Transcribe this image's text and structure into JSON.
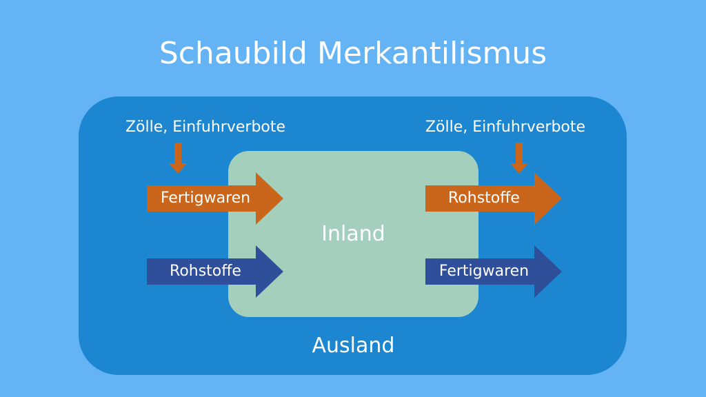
{
  "title": "Schaubild Merkantilismus",
  "colors": {
    "background": "#63b3f5",
    "ausland_box": "#1d86d0",
    "inland_box": "#a5cfbd",
    "orange_arrow": "#c9661c",
    "blue_arrow": "#2f4f9a",
    "text": "#ffffff"
  },
  "diagram": {
    "ausland_label": "Ausland",
    "inland_label": "Inland",
    "left": {
      "tariff_label": "Zölle, Einfuhrverbote",
      "orange_arrow_label": "Fertigwaren",
      "blue_arrow_label": "Rohstoffe"
    },
    "right": {
      "tariff_label": "Zölle, Einfuhrverbote",
      "orange_arrow_label": "Rohstoffe",
      "blue_arrow_label": "Fertigwaren"
    }
  }
}
